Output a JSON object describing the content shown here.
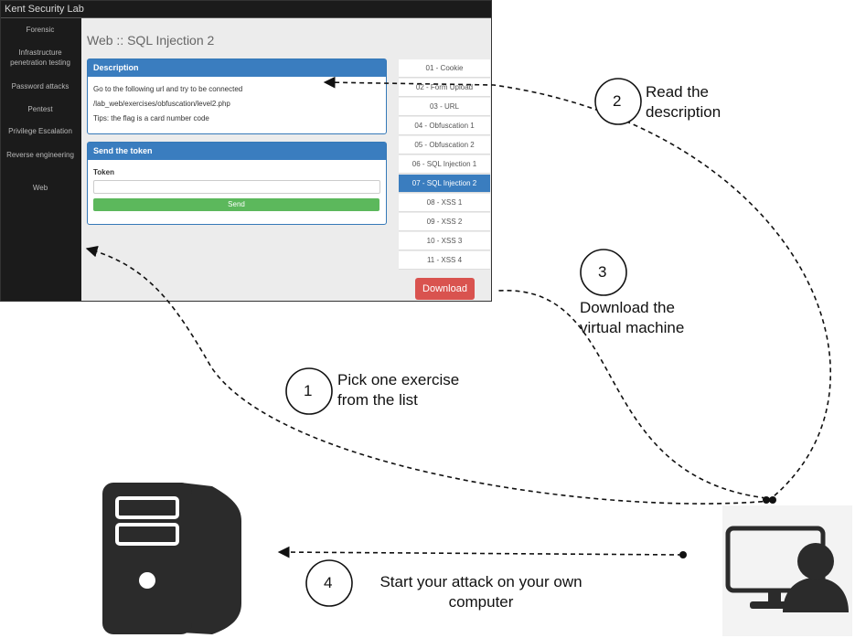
{
  "app": {
    "title": "Kent Security Lab",
    "sidebar": [
      {
        "label": "Forensic"
      },
      {
        "label": "Infrastructure penetration testing"
      },
      {
        "label": "Password attacks"
      },
      {
        "label": "Pentest"
      },
      {
        "label": "Privilege Escalation"
      },
      {
        "label": "Reverse engineering"
      },
      {
        "label": "Web"
      }
    ],
    "page_title": "Web :: SQL Injection 2",
    "description": {
      "title": "Description",
      "line1": "Go to the following url and try to be connected",
      "line2": "/lab_web/exercises/obfuscation/level2.php",
      "line3": "Tips: the flag is a card number code"
    },
    "token_panel": {
      "title": "Send the token",
      "label": "Token",
      "input_value": "",
      "send": "Send"
    },
    "exercises": [
      {
        "label": "01 - Cookie"
      },
      {
        "label": "02 - Form Upload"
      },
      {
        "label": "03 - URL"
      },
      {
        "label": "04 - Obfuscation 1"
      },
      {
        "label": "05 - Obfuscation 2"
      },
      {
        "label": "06 - SQL Injection 1"
      },
      {
        "label": "07 - SQL Injection 2",
        "active": true
      },
      {
        "label": "08 - XSS 1"
      },
      {
        "label": "09 - XSS 2"
      },
      {
        "label": "10 - XSS 3"
      },
      {
        "label": "11 - XSS 4"
      }
    ],
    "download": "Download"
  },
  "steps": [
    {
      "num": "1",
      "line1": "Pick one exercise",
      "line2": "from the list"
    },
    {
      "num": "2",
      "line1": "Read the",
      "line2": "description"
    },
    {
      "num": "3",
      "line1": "Download the",
      "line2": "virtual machine"
    },
    {
      "num": "4",
      "line1": "Start your attack on your own",
      "line2": "computer"
    }
  ],
  "icons": {
    "server": "server-tower-icon",
    "user": "user-at-computer-icon"
  },
  "colors": {
    "panel_header": "#3a7dbf",
    "active_item": "#3a7dbf",
    "send_button": "#5cb85c",
    "download_button": "#d9534f",
    "sidebar": "#1b1b1b"
  }
}
